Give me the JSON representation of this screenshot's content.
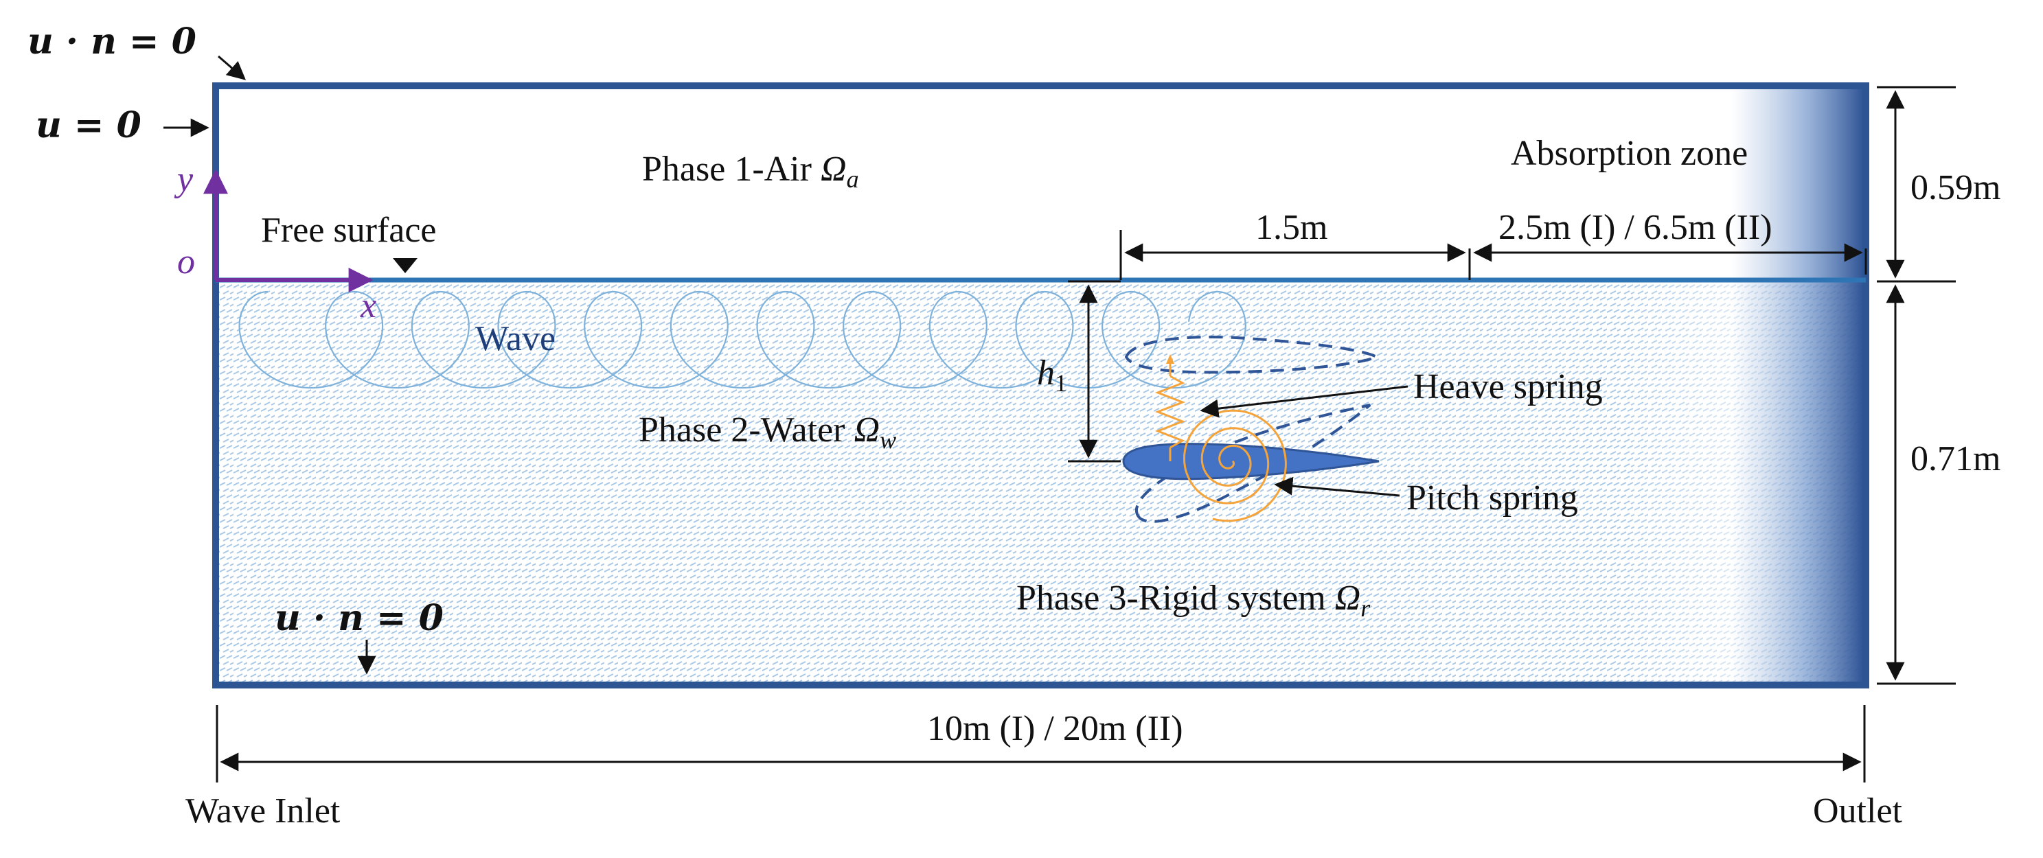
{
  "labels": {
    "bc_top_left": "𝒖 · 𝒏 = 0",
    "bc_inlet": "𝒖 = 0",
    "bc_bottom": "𝒖 · 𝒏 = 0",
    "axis_y": "y",
    "axis_o": "o",
    "axis_x": "x",
    "phase_air": "Phase 1-Air ",
    "phase_air_sym": "Ω",
    "phase_air_sub": "a",
    "phase_water": "Phase 2-Water  ",
    "phase_water_sym": "Ω",
    "phase_water_sub": "w",
    "phase_rigid": "Phase 3-Rigid system  ",
    "phase_rigid_sym": "Ω",
    "phase_rigid_sub": "r",
    "free_surface": "Free surface",
    "wave": "Wave",
    "absorption_zone": "Absorption zone",
    "dim_1_5": "1.5m",
    "dim_absorption": "2.5m (I) / 6.5m (II)",
    "dim_air_height": "0.59m",
    "dim_water_height": "0.71m",
    "dim_length": "10m (I) / 20m (II)",
    "h_sym": "h",
    "h_sub": "1",
    "heave_spring": "Heave spring",
    "pitch_spring": "Pitch spring",
    "wave_inlet": "Wave Inlet",
    "outlet": "Outlet"
  },
  "colors": {
    "tank_border": "#2d5593",
    "free_surface": "#2e75b6",
    "water_hatch": "#a9c8e6",
    "foil_fill": "#4472c4",
    "foil_stroke": "#2f5597",
    "spring": "#f4a43a",
    "axis": "#7030a0",
    "absorption_dark": "#2a4f92"
  }
}
